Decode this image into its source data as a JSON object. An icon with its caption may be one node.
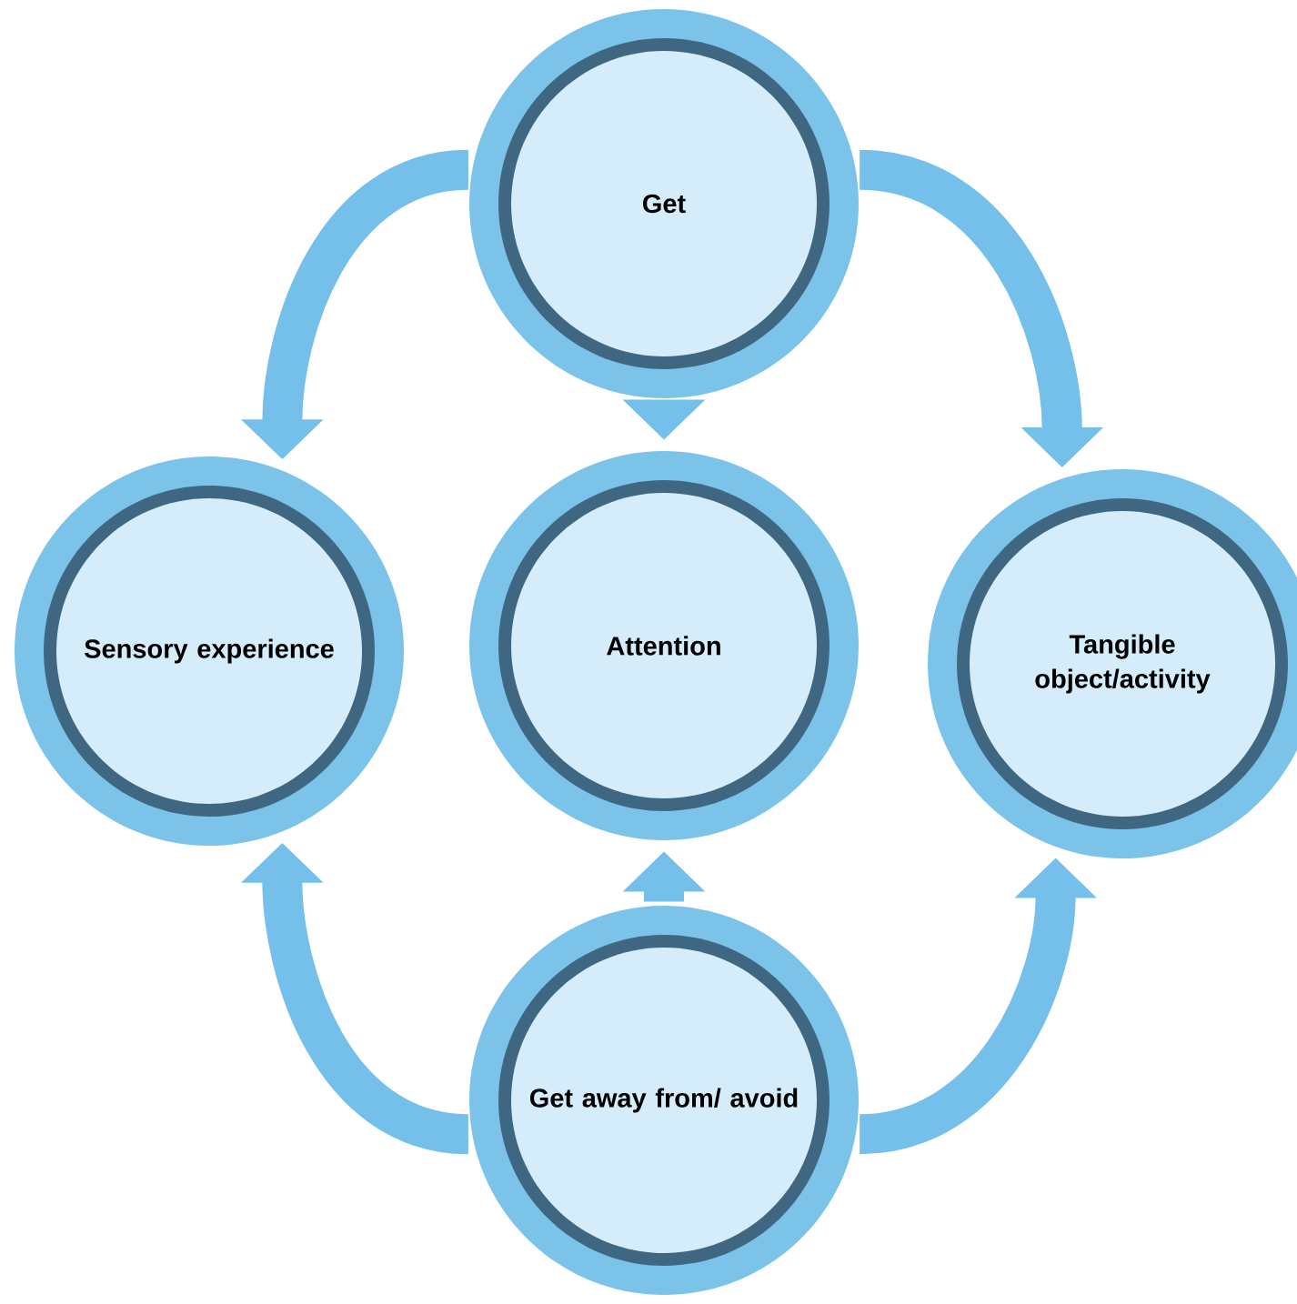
{
  "diagram": {
    "nodes": [
      {
        "text": [
          "Get"
        ]
      },
      {
        "text": [
          "Sensory experience"
        ]
      },
      {
        "text": [
          "Attention"
        ]
      },
      {
        "text": [
          "Tangible object/activity"
        ]
      },
      {
        "text": [
          "Get away from/ avoid"
        ]
      }
    ],
    "edges": [
      {
        "from": 0,
        "to": 1,
        "arrow": "to"
      },
      {
        "from": 0,
        "to": 2,
        "arrow": "to"
      },
      {
        "from": 0,
        "to": 3,
        "arrow": "to"
      },
      {
        "from": 4,
        "to": 1,
        "arrow": "to"
      },
      {
        "from": 4,
        "to": 2,
        "arrow": "to"
      },
      {
        "from": 4,
        "to": 3,
        "arrow": "to"
      }
    ]
  }
}
